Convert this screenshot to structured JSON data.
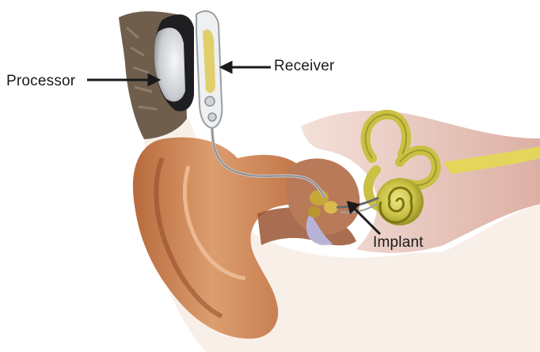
{
  "labels": {
    "processor": "Processor",
    "receiver": "Receiver",
    "implant": "Implant"
  },
  "colors": {
    "skin_light": "#e7b58d",
    "skin_mid": "#c9804f",
    "skin_dark": "#8f4a28",
    "hair": "#6f5e4c",
    "processor_body": "#dfe2e5",
    "processor_dark": "#1f1f22",
    "cochlea": "#c9c044",
    "cochlea_dark": "#8f8a1f",
    "nerve": "#e4d65a",
    "canal_tissue": "#e9c9bf",
    "implant_gold": "#c7a63a",
    "eardrum": "#b8b3d6",
    "arrow": "#1a1a1a"
  },
  "icons": {
    "processor": "processor-device-icon",
    "receiver": "receiver-coil-icon",
    "implant": "implant-electrode-icon",
    "cochlea": "cochlea-icon"
  }
}
